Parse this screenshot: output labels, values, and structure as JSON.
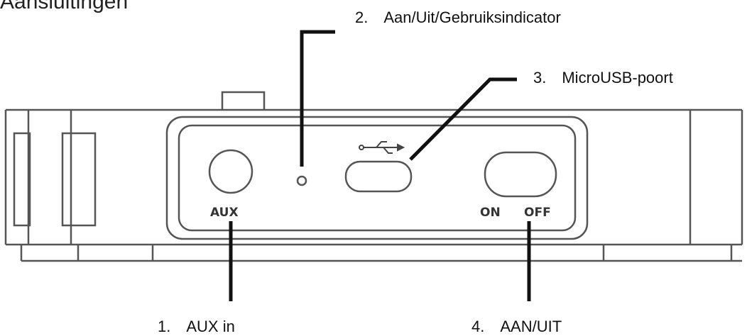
{
  "title": "Aansluitingen",
  "callouts": [
    {
      "num": "1.",
      "text": "AUX in"
    },
    {
      "num": "2.",
      "text": "Aan/Uit/Gebruiksindicator"
    },
    {
      "num": "3.",
      "text": "MicroUSB-poort"
    },
    {
      "num": "4.",
      "text": "AAN/UIT"
    }
  ],
  "panel_labels": {
    "aux": "AUX",
    "on": "ON",
    "off": "OFF"
  },
  "colors": {
    "line": "#111111",
    "outline": "#555555"
  }
}
